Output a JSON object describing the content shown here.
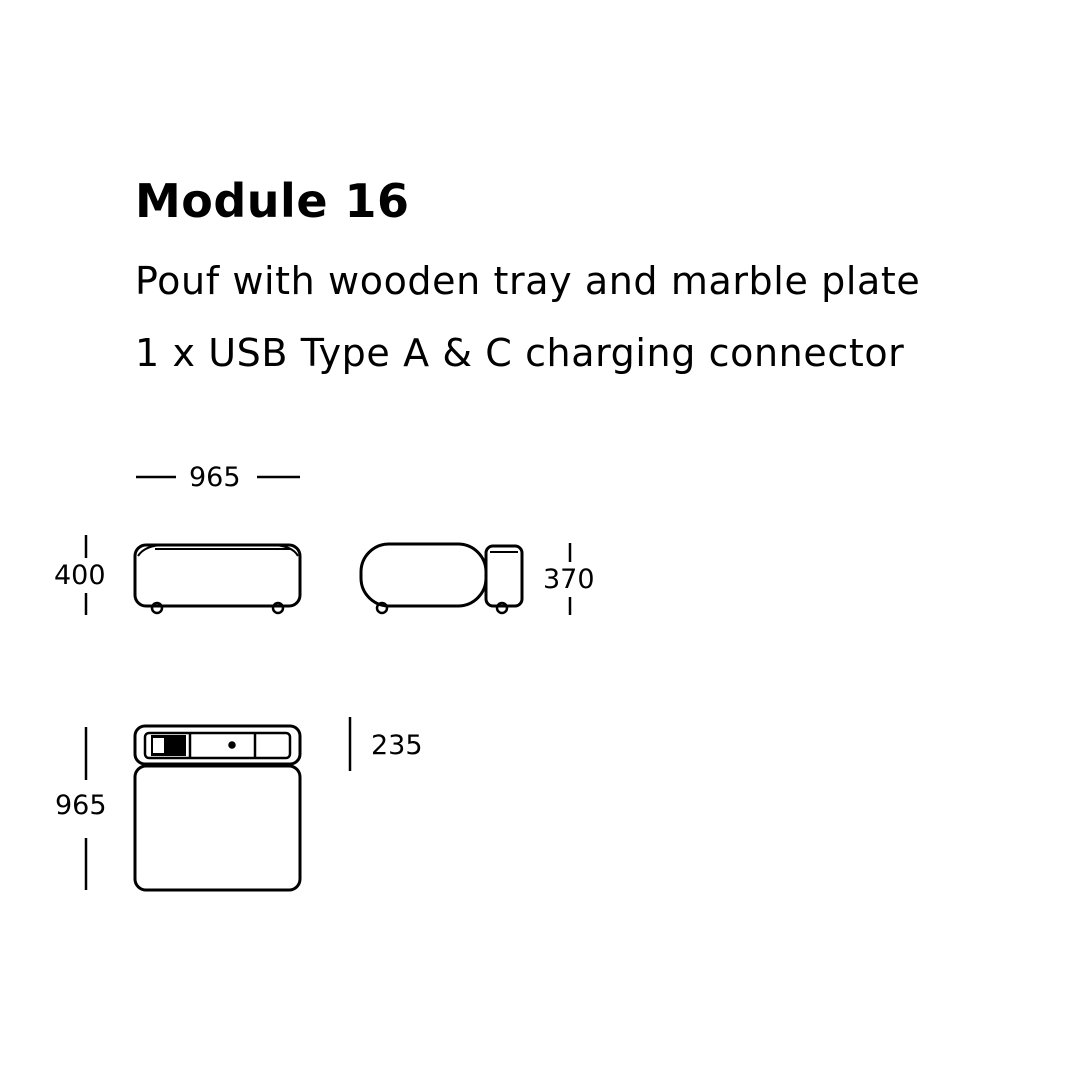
{
  "module": {
    "title": "Module 16",
    "description": [
      "Pouf with wooden tray and marble plate",
      "1 x USB Type A & C charging connector"
    ]
  },
  "dimensions": {
    "front_width": "965",
    "front_height": "400",
    "side_height": "370",
    "top_depth": "965",
    "tray_depth": "235"
  },
  "colors": {
    "line": "#000000",
    "background": "#ffffff"
  }
}
